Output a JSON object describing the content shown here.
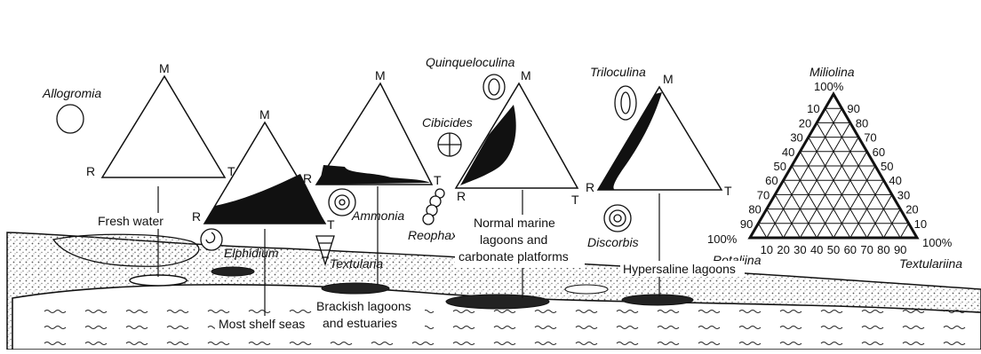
{
  "vertex_labels": {
    "m": "M",
    "r": "R",
    "t": "T"
  },
  "ternary_key": {
    "top": "Miliolina",
    "left": "Rotaliina",
    "right": "Textulariina",
    "pct_100": "100%",
    "ticks_left": [
      "10",
      "20",
      "30",
      "40",
      "50",
      "60",
      "70",
      "80",
      "90"
    ],
    "ticks_right": [
      "90",
      "80",
      "70",
      "60",
      "50",
      "40",
      "30",
      "20",
      "10"
    ],
    "ticks_bottom": [
      "10",
      "20",
      "30",
      "40",
      "50",
      "60",
      "70",
      "80",
      "90"
    ]
  },
  "taxa": {
    "allogromia": "Allogromia",
    "elphidium": "Elphidium",
    "ammonia": "Ammonia",
    "textularia": "Textularia",
    "reophax": "Reophax",
    "quinqueloculina": "Quinqueloculina",
    "cibicides": "Cibicides",
    "triloculina": "Triloculina",
    "discorbis": "Discorbis"
  },
  "environments": {
    "fresh_water": "Fresh water",
    "most_shelf_seas": "Most shelf seas",
    "brackish_1": "Brackish lagoons",
    "brackish_2": "and estuaries",
    "normal_1": "Normal marine",
    "normal_2": "lagoons and",
    "normal_3": "carbonate platforms",
    "hypersaline": "Hypersaline lagoons"
  },
  "colors": {
    "ink": "#111111",
    "paper": "#ffffff",
    "stipple": "#6a6a6a"
  }
}
